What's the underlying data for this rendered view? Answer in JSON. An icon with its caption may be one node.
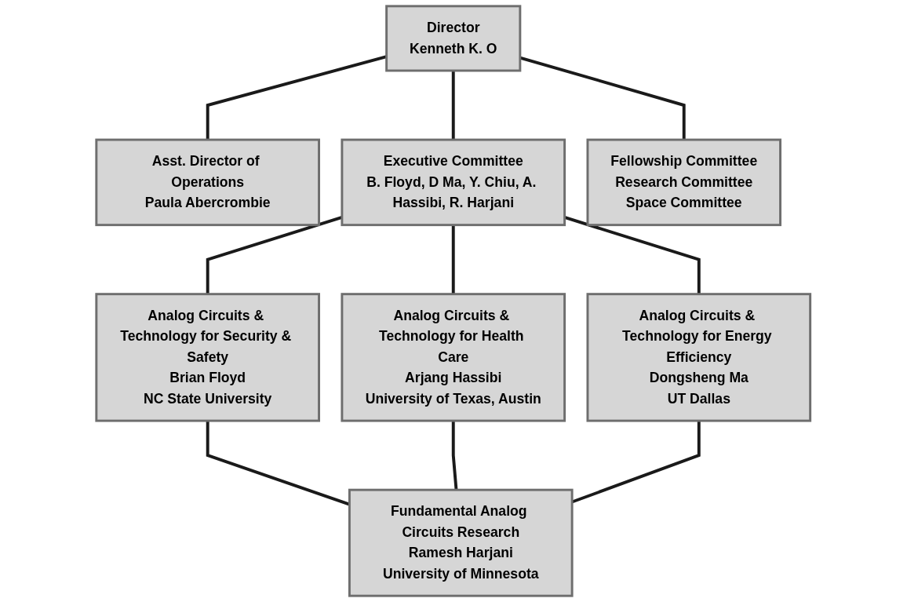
{
  "diagram": {
    "nodes": [
      {
        "text": [
          "Asst. Director of Operations",
          "Paula Abercrombie"
        ]
      },
      {
        "text": [
          "Director",
          "Kenneth K. O"
        ]
      },
      {
        "text": [
          "Fellowship Committee",
          "Research Committee",
          "Space Committee"
        ]
      },
      {
        "text": [
          "Executive Committee",
          "B. Floyd, D Ma, Y. Chiu, A. Hassibi, R. Harjani"
        ]
      },
      {
        "text": [
          "Analog Circuits & Technology for Security & Safety",
          "Brian Floyd",
          "NC State University"
        ]
      },
      {
        "text": [
          "Analog Circuits & Technology for Health Care",
          "Arjang Hassibi",
          "University of Texas, Austin"
        ]
      },
      {
        "text": [
          "Analog Circuits & Technology for Energy Efficiency",
          "Dongsheng Ma",
          "UT Dallas"
        ]
      },
      {
        "text": [
          "Fundamental Analog Circuits Research",
          "Ramesh Harjani",
          "University of Minnesota"
        ]
      }
    ],
    "edges": [
      {
        "from": 1,
        "to": 0,
        "arrow": "none"
      },
      {
        "from": 1,
        "to": 2,
        "arrow": "none"
      },
      {
        "from": 1,
        "to": 3,
        "arrow": "none"
      },
      {
        "from": 3,
        "to": 4,
        "arrow": "none"
      },
      {
        "from": 3,
        "to": 5,
        "arrow": "none"
      },
      {
        "from": 3,
        "to": 6,
        "arrow": "none"
      },
      {
        "from": 4,
        "to": 7,
        "arrow": "none"
      },
      {
        "from": 5,
        "to": 7,
        "arrow": "none"
      },
      {
        "from": 6,
        "to": 7,
        "arrow": "none"
      }
    ]
  }
}
